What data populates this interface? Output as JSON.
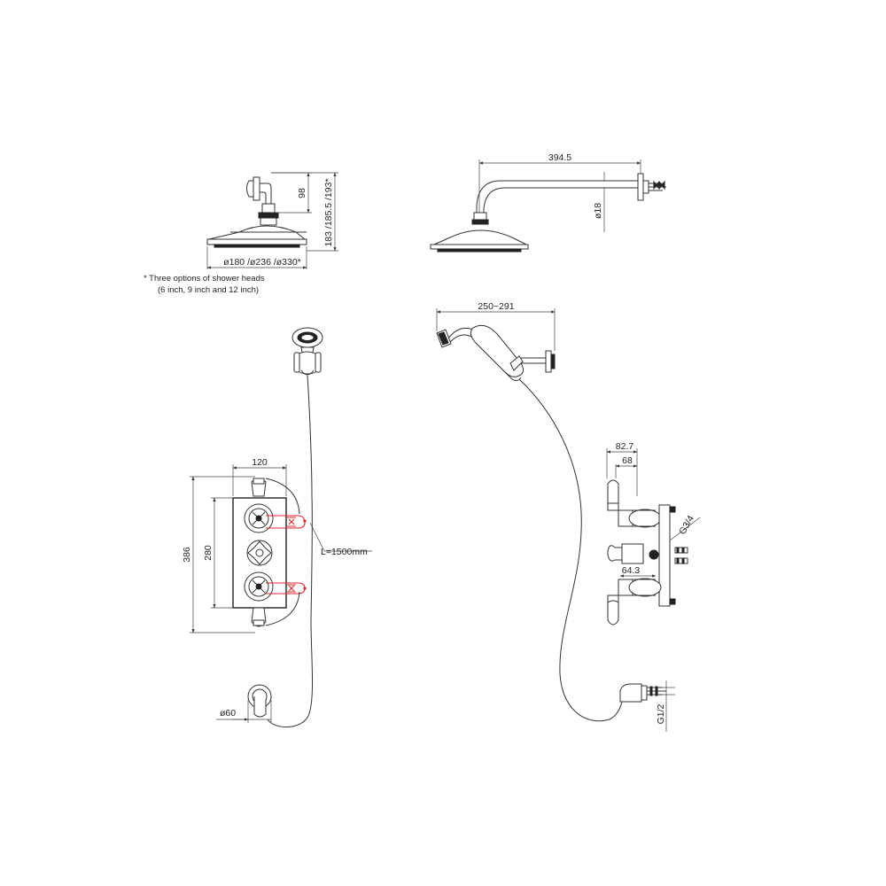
{
  "colors": {
    "line": "#333333",
    "highlight": "#e0262b",
    "background": "#ffffff"
  },
  "overhead_front": {
    "dim_height_arm": "98",
    "dim_height_total": "183 /185.5 /193*",
    "dim_diameters": "ø180 /ø236 /ø330*",
    "note_line1": "* Three options of shower heads",
    "note_line2": "(6 inch, 9 inch and 12 inch)"
  },
  "overhead_side": {
    "dim_arm_length": "394.5",
    "dim_arm_diameter": "ø18"
  },
  "handset_side": {
    "dim_range": "250~291"
  },
  "valve_front": {
    "dim_width": "120",
    "dim_height_total": "386",
    "dim_height_plate": "280",
    "hose_length": "L=1500mm",
    "dim_outlet_diameter": "ø60"
  },
  "valve_side": {
    "dim_depth_total": "82.7",
    "dim_depth_body": "68",
    "dim_thread_inlet": "G3/4",
    "dim_offset": "64.3",
    "dim_thread_outlet": "G1/2"
  }
}
